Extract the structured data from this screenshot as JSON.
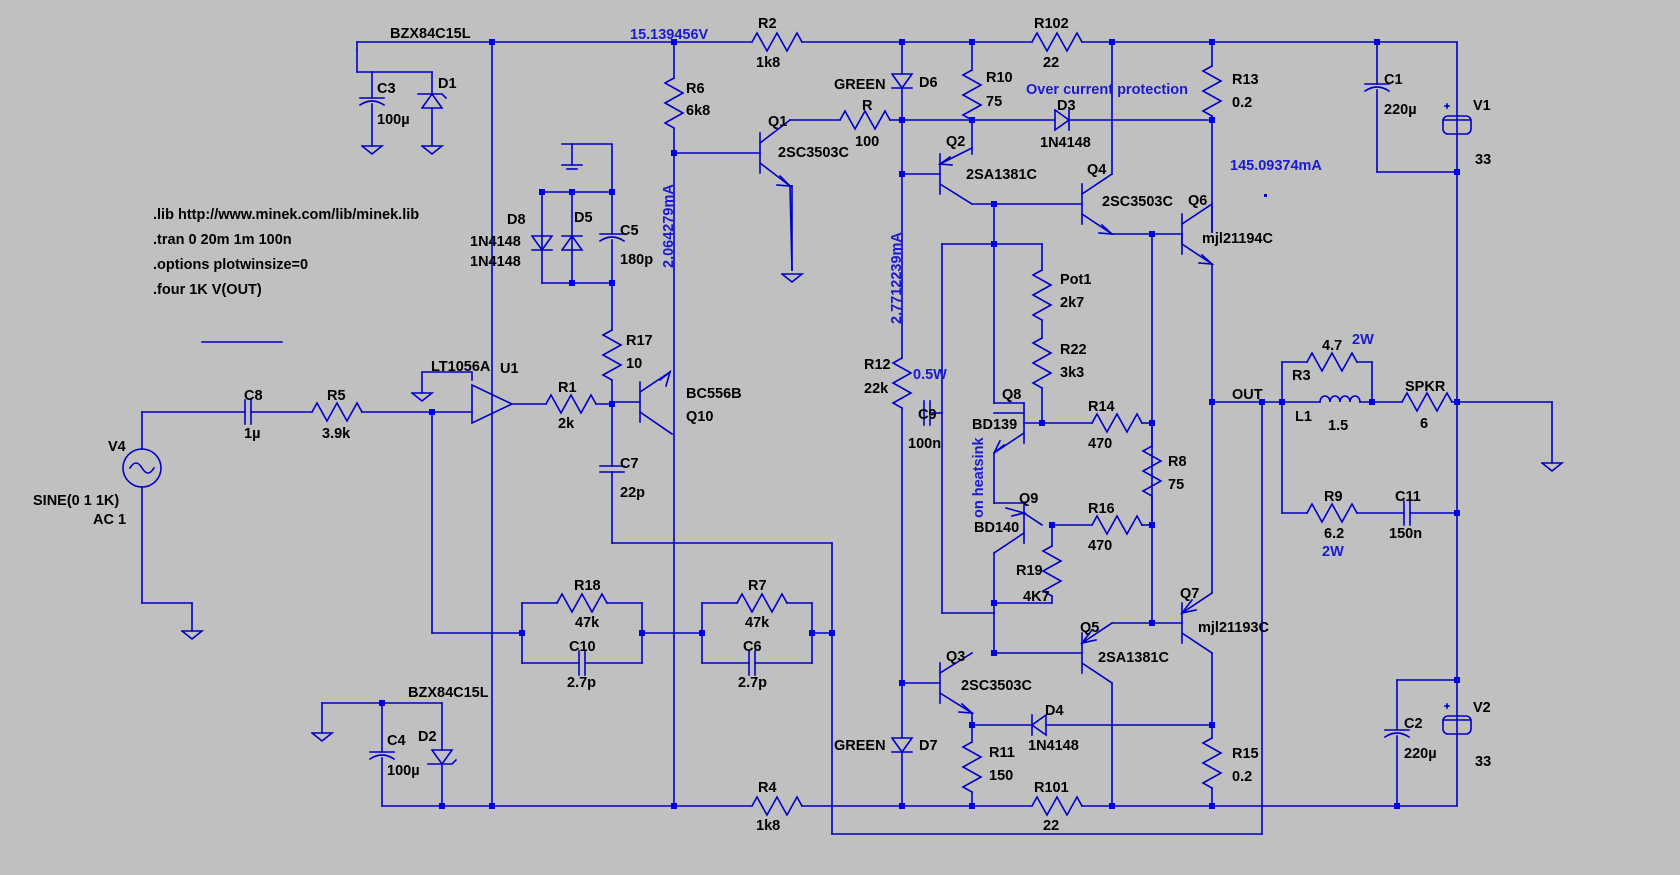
{
  "colors": {
    "background": "#c0c0c0",
    "wire": "#0000c8",
    "text": "#000000",
    "annotation": "#1a1ad0"
  },
  "directives": {
    "lib": ".lib http://www.minek.com/lib/minek.lib",
    "tran": ".tran 0 20m 1m 100n",
    "options": ".options plotwinsize=0",
    "four": ".four 1K V(OUT)"
  },
  "annotations": {
    "voltage": "15.139456V",
    "current1": "2.064279mA",
    "current2": "2.7712239mA",
    "current3": "145.09374mA",
    "ocp": "Over current protection",
    "heatsink": "on heatsink",
    "pow1": "0.5W",
    "pow2": "2W",
    "pow3": "2W",
    "out": "OUT"
  },
  "components": {
    "zener_top": "BZX84C15L",
    "zener_bot": "BZX84C15L",
    "c3": {
      "n": "C3",
      "v": "100µ"
    },
    "d1": {
      "n": "D1"
    },
    "c4": {
      "n": "C4",
      "v": "100µ"
    },
    "d2": {
      "n": "D2"
    },
    "r2": {
      "n": "R2",
      "v": "1k8"
    },
    "r4": {
      "n": "R4",
      "v": "1k8"
    },
    "r6": {
      "n": "R6",
      "v": "6k8"
    },
    "q1": {
      "n": "Q1",
      "m": "2SC3503C"
    },
    "r": {
      "n": "R",
      "v": "100"
    },
    "d8": {
      "n": "D8",
      "m": "1N4148"
    },
    "d5": {
      "n": "D5",
      "m": "1N4148"
    },
    "c5": {
      "n": "C5",
      "v": "180p"
    },
    "r17": {
      "n": "R17",
      "v": "10"
    },
    "q10": {
      "n": "BC556B",
      "m": "Q10"
    },
    "c7": {
      "n": "C7",
      "v": "22p"
    },
    "u1": {
      "n": "U1",
      "m": "LT1056A"
    },
    "r1": {
      "n": "R1",
      "v": "2k"
    },
    "c8": {
      "n": "C8",
      "v": "1µ"
    },
    "r5": {
      "n": "R5",
      "v": "3.9k"
    },
    "v4": {
      "n": "V4",
      "s": "SINE(0 1 1K)",
      "ac": "AC 1"
    },
    "r18": {
      "n": "R18",
      "v": "47k"
    },
    "c10": {
      "n": "C10",
      "v": "2.7p"
    },
    "r7": {
      "n": "R7",
      "v": "47k"
    },
    "c6": {
      "n": "C6",
      "v": "2.7p"
    },
    "d6": {
      "n": "D6",
      "m": "GREEN"
    },
    "d7": {
      "n": "D7",
      "m": "GREEN"
    },
    "r12": {
      "n": "R12",
      "v": "22k"
    },
    "c9": {
      "n": "C9",
      "v": "100n"
    },
    "r10": {
      "n": "R10",
      "v": "75"
    },
    "q2": {
      "n": "Q2",
      "m": "2SA1381C"
    },
    "d3": {
      "n": "D3",
      "m": "1N4148"
    },
    "r102": {
      "n": "R102",
      "v": "22"
    },
    "r13": {
      "n": "R13",
      "v": "0.2"
    },
    "q4": {
      "n": "Q4",
      "m": "2SC3503C"
    },
    "q6": {
      "n": "Q6",
      "m": "mjl21194C"
    },
    "pot1": {
      "n": "Pot1",
      "v": "2k7"
    },
    "r22": {
      "n": "R22",
      "v": "3k3"
    },
    "q8": {
      "n": "Q8",
      "m": "BD139"
    },
    "r14": {
      "n": "R14",
      "v": "470"
    },
    "r8": {
      "n": "R8",
      "v": "75"
    },
    "q9": {
      "n": "Q9",
      "m": "BD140"
    },
    "r16": {
      "n": "R16",
      "v": "470"
    },
    "r19": {
      "n": "R19",
      "v": "4K7"
    },
    "q7": {
      "n": "Q7",
      "m": "mjl21193C"
    },
    "q5": {
      "n": "Q5",
      "m": "2SA1381C"
    },
    "q3": {
      "n": "Q3",
      "m": "2SC3503C"
    },
    "d4": {
      "n": "D4",
      "m": "1N4148"
    },
    "r11": {
      "n": "R11",
      "v": "150"
    },
    "r101": {
      "n": "R101",
      "v": "22"
    },
    "r15": {
      "n": "R15",
      "v": "0.2"
    },
    "c1": {
      "n": "C1",
      "v": "220µ"
    },
    "v1": {
      "n": "V1",
      "v": "33"
    },
    "c2": {
      "n": "C2",
      "v": "220µ"
    },
    "v2": {
      "n": "V2",
      "v": "33"
    },
    "r3": {
      "n": "R3",
      "v": "4.7"
    },
    "l1": {
      "n": "L1",
      "v": "1.5"
    },
    "spkr": {
      "n": "SPKR",
      "v": "6"
    },
    "r9": {
      "n": "R9",
      "v": "6.2"
    },
    "c11": {
      "n": "C11",
      "v": "150n"
    }
  }
}
